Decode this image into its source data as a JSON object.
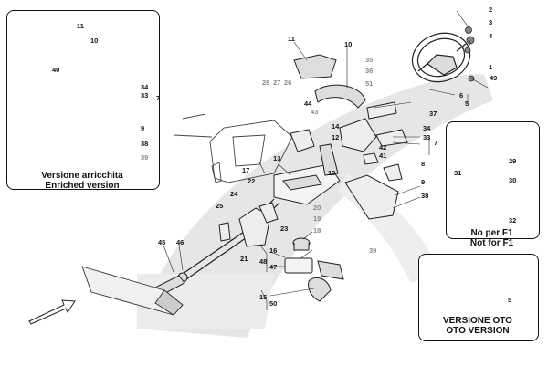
{
  "insets": {
    "enriched": {
      "caption_line1": "Versione arricchita",
      "caption_line2": "Enriched version"
    },
    "not_f1": {
      "caption_line1": "No per F1",
      "caption_line2": "Not for F1"
    },
    "oto": {
      "caption_line1": "VERSIONE OTO",
      "caption_line2": "OTO VERSION"
    }
  },
  "callouts": {
    "inset_enriched": [
      "11",
      "10",
      "40",
      "34",
      "33",
      "7",
      "9",
      "38",
      "39"
    ],
    "main_top": [
      "11",
      "10",
      "35",
      "36",
      "51",
      "2",
      "3",
      "4",
      "1",
      "6",
      "5",
      "49"
    ],
    "main_column": [
      "28",
      "27",
      "26",
      "44",
      "43",
      "14",
      "12",
      "34",
      "33",
      "7",
      "37",
      "13",
      "42",
      "41",
      "17",
      "22",
      "13",
      "8",
      "9",
      "38",
      "39"
    ],
    "main_lower": [
      "24",
      "25",
      "21",
      "23",
      "20",
      "19",
      "18",
      "16",
      "48",
      "47",
      "15",
      "50",
      "45",
      "46"
    ],
    "inset_not_f1": [
      "31",
      "29",
      "30",
      "32"
    ],
    "inset_oto": [
      "5"
    ]
  }
}
